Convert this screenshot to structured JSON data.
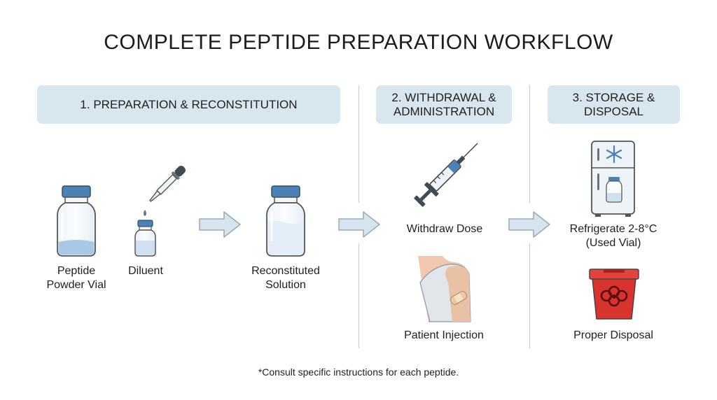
{
  "title": "COMPLETE PEPTIDE PREPARATION WORKFLOW",
  "sections": [
    {
      "header": "1. PREPARATION & RECONSTITUTION"
    },
    {
      "header": "2. WITHDRAWAL & ADMINISTRATION"
    },
    {
      "header": "3. STORAGE & DISPOSAL"
    }
  ],
  "items": {
    "peptide_vial": "Peptide Powder Vial",
    "diluent": "Diluent",
    "reconstituted": "Reconstituted Solution",
    "withdraw": "Withdraw Dose",
    "injection": "Patient Injection",
    "refrigerate_line1": "Refrigerate 2-8°C",
    "refrigerate_line2": "(Used Vial)",
    "disposal": "Proper Disposal"
  },
  "footnote": "*Consult specific instructions for each peptide.",
  "colors": {
    "header_bg": "#d8e6ef",
    "vial_cap": "#4a82b8",
    "liquid": "#a9c8e6",
    "sharps_bin": "#d9332e",
    "arrow_fill": "#d6e4ee"
  }
}
